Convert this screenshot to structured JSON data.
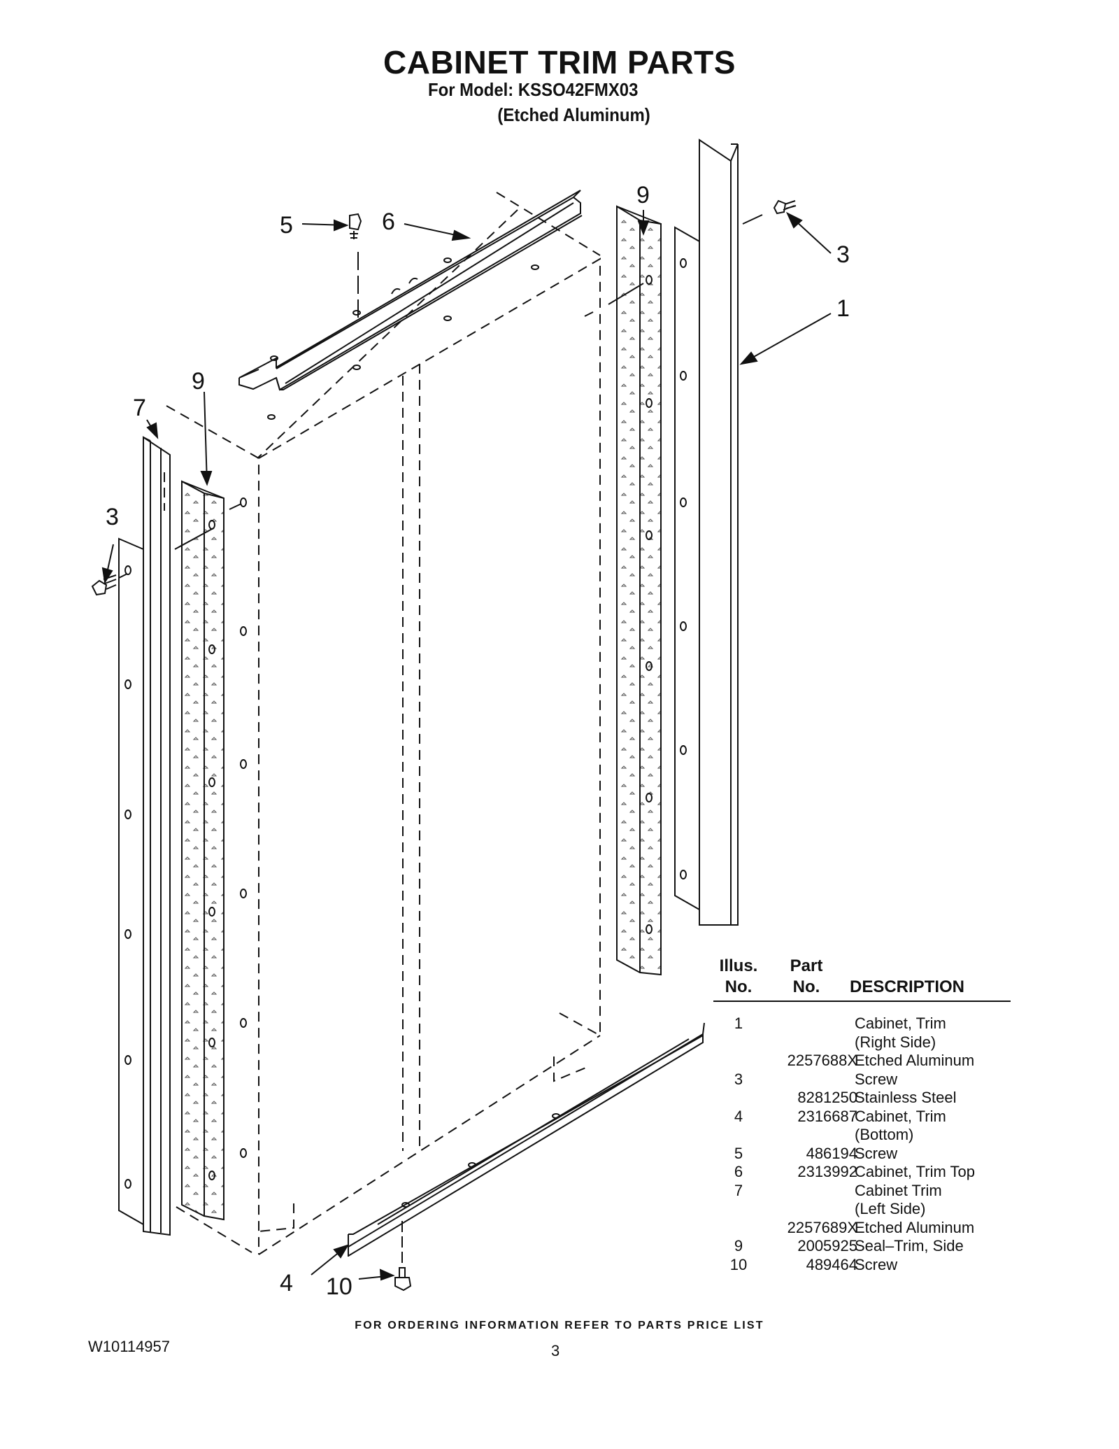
{
  "header": {
    "title": "CABINET TRIM PARTS",
    "model_line": "For Model: KSSO42FMX03",
    "finish_line": "(Etched Aluminum)"
  },
  "callouts": [
    "1",
    "3",
    "3",
    "4",
    "5",
    "6",
    "7",
    "9",
    "9",
    "10"
  ],
  "parts_table": {
    "headers": {
      "illus_line1": "Illus.",
      "illus_line2": "No.",
      "part_line1": "Part",
      "part_line2": "No.",
      "description": "DESCRIPTION"
    },
    "rows": [
      {
        "illus": "1",
        "part": "",
        "description": "Cabinet, Trim"
      },
      {
        "illus": "",
        "part": "",
        "description": "(Right Side)"
      },
      {
        "illus": "",
        "part": "2257688X",
        "description": "Etched Aluminum"
      },
      {
        "illus": "3",
        "part": "",
        "description": "Screw"
      },
      {
        "illus": "",
        "part": "8281250",
        "description": "Stainless Steel"
      },
      {
        "illus": "4",
        "part": "2316687",
        "description": "Cabinet, Trim"
      },
      {
        "illus": "",
        "part": "",
        "description": "(Bottom)"
      },
      {
        "illus": "5",
        "part": "486194",
        "description": "Screw"
      },
      {
        "illus": "6",
        "part": "2313992",
        "description": "Cabinet, Trim Top"
      },
      {
        "illus": "7",
        "part": "",
        "description": "Cabinet Trim"
      },
      {
        "illus": "",
        "part": "",
        "description": "(Left Side)"
      },
      {
        "illus": "",
        "part": "2257689X",
        "description": "Etched Aluminum"
      },
      {
        "illus": "9",
        "part": "2005925",
        "description": "Seal–Trim, Side"
      },
      {
        "illus": "10",
        "part": "489464",
        "description": "Screw"
      }
    ]
  },
  "footer": {
    "ordering_note": "FOR ORDERING INFORMATION REFER TO PARTS PRICE LIST",
    "document_number": "W10114957",
    "page_number": "3"
  }
}
